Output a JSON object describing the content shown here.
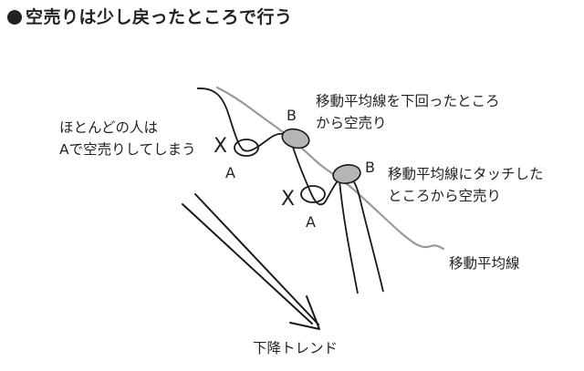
{
  "title": "空売りは少し戻ったところで行う",
  "annotations": {
    "crowd_line1": "ほとんどの人は",
    "crowd_line2": "Aで空売りしてしまう",
    "break_line1": "移動平均線を下回ったところ",
    "break_line2": "から空売り",
    "touch_line1": "移動平均線にタッチした",
    "touch_line2": "ところから空売り",
    "ma_label": "移動平均線",
    "trend_label": "下降トレンド"
  },
  "points": {
    "a1": "A",
    "b1": "B",
    "x1": "X",
    "a2": "A",
    "b2": "B",
    "x2": "X"
  },
  "colors": {
    "moving_average_line": "#9a9a9a",
    "oval_fill": "#b5b5b5",
    "stroke": "#1a1a1a"
  }
}
